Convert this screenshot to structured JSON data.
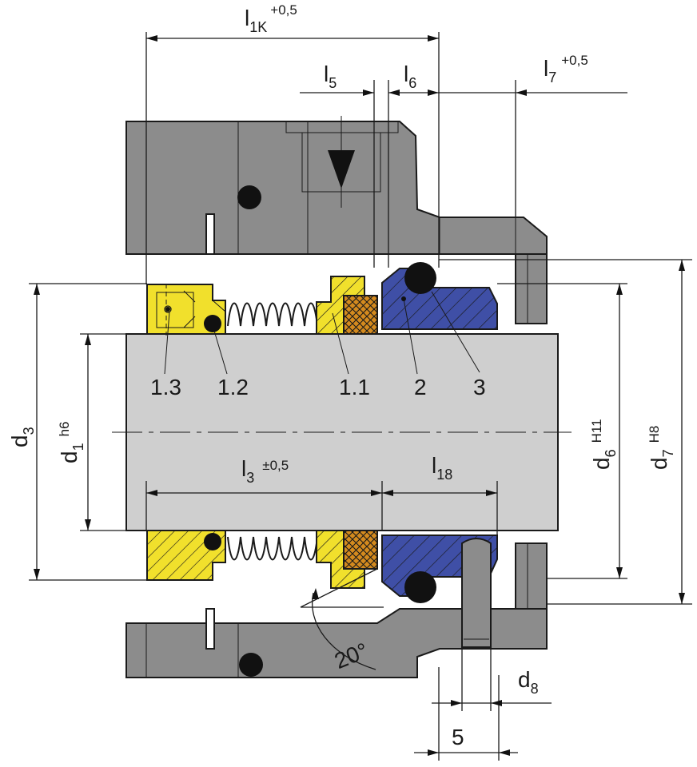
{
  "colors": {
    "housing": "#8c8c8c",
    "shaft": "#cfcfcf",
    "brass": "#f1e02c",
    "seat": "#3f4fa6",
    "ink": "#1a1a1a"
  },
  "dimensions": {
    "l1k": {
      "main": "l",
      "sub": "1K",
      "sup": "+0,5"
    },
    "l5": {
      "main": "l",
      "sub": "5"
    },
    "l6": {
      "main": "l",
      "sub": "6"
    },
    "l7": {
      "main": "l",
      "sub": "7",
      "sup": "+0,5"
    },
    "l3": {
      "main": "l",
      "sub": "3",
      "sup": "±0,5"
    },
    "l18": {
      "main": "l",
      "sub": "18"
    },
    "d3": {
      "main": "d",
      "sub": "3"
    },
    "d1": {
      "main": "d",
      "sub": "1",
      "sup": "h6"
    },
    "d6": {
      "main": "d",
      "sub": "6",
      "sup": "H11"
    },
    "d7": {
      "main": "d",
      "sub": "7",
      "sup": "H8"
    },
    "d8": {
      "main": "d",
      "sub": "8"
    },
    "w5": "5",
    "angle": "20°"
  },
  "parts": [
    "1.3",
    "1.2",
    "1.1",
    "2",
    "3"
  ],
  "icons": [
    "rotation-direction-arrow-icon"
  ]
}
